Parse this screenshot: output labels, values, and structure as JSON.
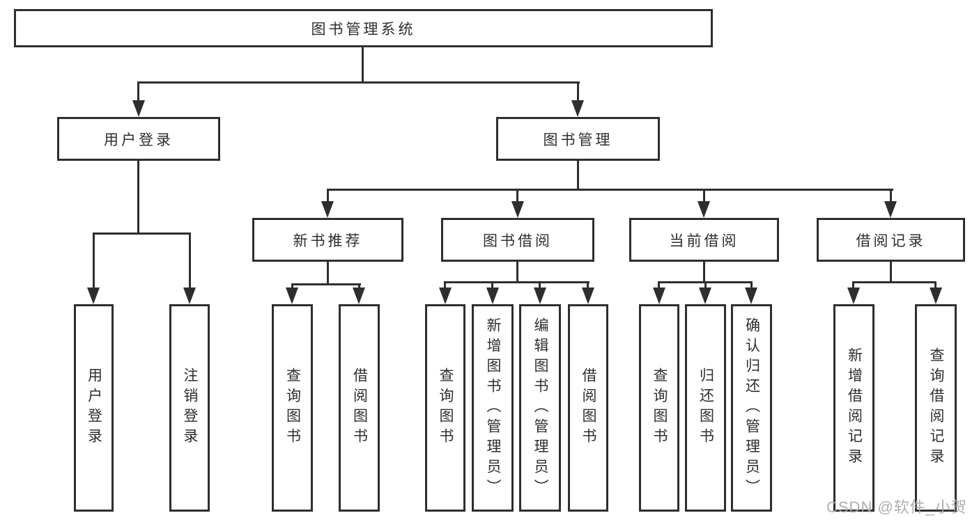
{
  "diagram": {
    "root": "图书管理系统",
    "level1": {
      "user_login": "用户登录",
      "book_mgmt": "图书管理"
    },
    "level2": {
      "new_books": "新书推荐",
      "book_borrow": "图书借阅",
      "current_borrow": "当前借阅",
      "borrow_records": "借阅记录"
    },
    "leaves": {
      "user_login": [
        "用户登录",
        "注销登录"
      ],
      "new_books": [
        "查询图书",
        "借阅图书"
      ],
      "book_borrow": [
        "查询图书",
        "新增图书（管理员）",
        "编辑图书（管理员）",
        "借阅图书"
      ],
      "current_borrow": [
        "查询图书",
        "归还图书",
        "确认归还（管理员）"
      ],
      "borrow_records": [
        "新增借阅记录",
        "查询借阅记录"
      ]
    }
  },
  "watermark": "CSDN @软件_小贺同学",
  "colors": {
    "line": "#2e2e2e",
    "text": "#2e2e2e",
    "watermark": "#a8a8a8",
    "bg": "#ffffff"
  }
}
